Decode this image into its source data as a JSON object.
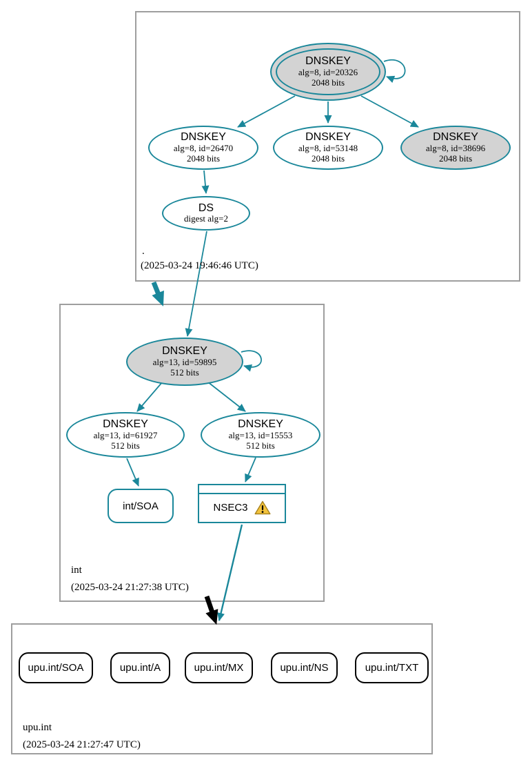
{
  "colors": {
    "edge_teal": "#1a879a",
    "node_fill_gray": "#d3d3d3",
    "zone_box_border": "#9e9e9e",
    "insecure_black": "#000000",
    "warning_yellow": "#f3c33c"
  },
  "zones": {
    "root": {
      "label": ".",
      "timestamp": "(2025-03-24 19:46:46 UTC)",
      "ksk": {
        "title": "DNSKEY",
        "detail": "alg=8, id=20326",
        "size": "2048 bits"
      },
      "zsk1": {
        "title": "DNSKEY",
        "detail": "alg=8, id=26470",
        "size": "2048 bits"
      },
      "zsk2": {
        "title": "DNSKEY",
        "detail": "alg=8, id=53148",
        "size": "2048 bits"
      },
      "zsk3": {
        "title": "DNSKEY",
        "detail": "alg=8, id=38696",
        "size": "2048 bits"
      },
      "ds": {
        "title": "DS",
        "detail": "digest alg=2"
      }
    },
    "int": {
      "label": "int",
      "timestamp": "(2025-03-24 21:27:38 UTC)",
      "ksk": {
        "title": "DNSKEY",
        "detail": "alg=13, id=59895",
        "size": "512 bits"
      },
      "zsk1": {
        "title": "DNSKEY",
        "detail": "alg=13, id=61927",
        "size": "512 bits"
      },
      "zsk2": {
        "title": "DNSKEY",
        "detail": "alg=13, id=15553",
        "size": "512 bits"
      },
      "soa": {
        "label": "int/SOA"
      },
      "nsec3": {
        "label": "NSEC3"
      }
    },
    "upu_int": {
      "label": "upu.int",
      "timestamp": "(2025-03-24 21:27:47 UTC)",
      "rrsets": {
        "soa": "upu.int/SOA",
        "a": "upu.int/A",
        "mx": "upu.int/MX",
        "ns": "upu.int/NS",
        "txt": "upu.int/TXT"
      }
    }
  }
}
